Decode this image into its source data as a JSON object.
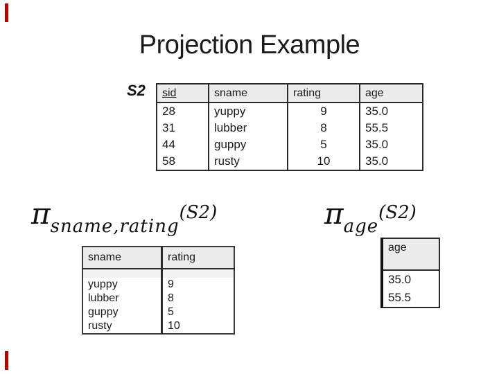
{
  "slide": {
    "title": "Projection Example",
    "accent_color": "#c00000"
  },
  "s2": {
    "label": "S2",
    "columns": [
      "sid",
      "sname",
      "rating",
      "age"
    ],
    "rows": [
      [
        "28",
        "yuppy",
        "9",
        "35.0"
      ],
      [
        "31",
        "lubber",
        "8",
        "55.5"
      ],
      [
        "44",
        "guppy",
        "5",
        "35.0"
      ],
      [
        "58",
        "rusty",
        "10",
        "35.0"
      ]
    ]
  },
  "projection_sname_rating": {
    "pi": "π",
    "subscript": "sname,rating",
    "operand": "(S2)",
    "columns": [
      "sname",
      "rating"
    ],
    "rows": [
      [
        "yuppy",
        "9"
      ],
      [
        "lubber",
        "8"
      ],
      [
        "guppy",
        "5"
      ],
      [
        "rusty",
        "10"
      ]
    ]
  },
  "projection_age": {
    "pi": "π",
    "subscript": "age",
    "operand": "(S2)",
    "columns": [
      "age"
    ],
    "rows": [
      [
        "35.0"
      ],
      [
        "55.5"
      ]
    ]
  },
  "colors": {
    "header_fill": "#ececec",
    "border": "#2b2b2b",
    "text": "#1a1a1a"
  }
}
